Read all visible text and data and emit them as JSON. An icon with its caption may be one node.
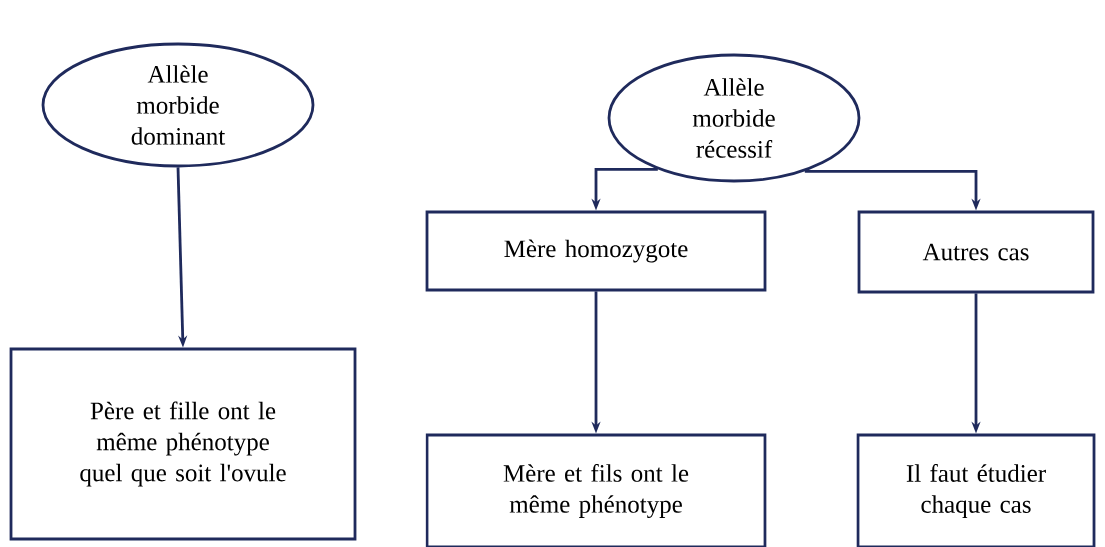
{
  "diagram": {
    "nodes": [
      {
        "text": [
          "Allèle morbide dominant"
        ]
      },
      {
        "text": [
          "Père et fille ont le même phénotype quel que soit l'ovule"
        ]
      },
      {
        "text": [
          "Allèle morbide récessif"
        ]
      },
      {
        "text": [
          "Mère homozygote"
        ]
      },
      {
        "text": [
          "Autres cas"
        ]
      },
      {
        "text": [
          "Mère et fils ont le même phénotype"
        ]
      },
      {
        "text": [
          "Il faut étudier chaque cas"
        ]
      }
    ],
    "edges": [
      {
        "from": 0,
        "to": 1,
        "arrow": "to"
      },
      {
        "from": 2,
        "to": 3,
        "arrow": "to"
      },
      {
        "from": 2,
        "to": 4,
        "arrow": "to"
      },
      {
        "from": 3,
        "to": 5,
        "arrow": "to"
      },
      {
        "from": 4,
        "to": 6,
        "arrow": "to"
      }
    ]
  }
}
